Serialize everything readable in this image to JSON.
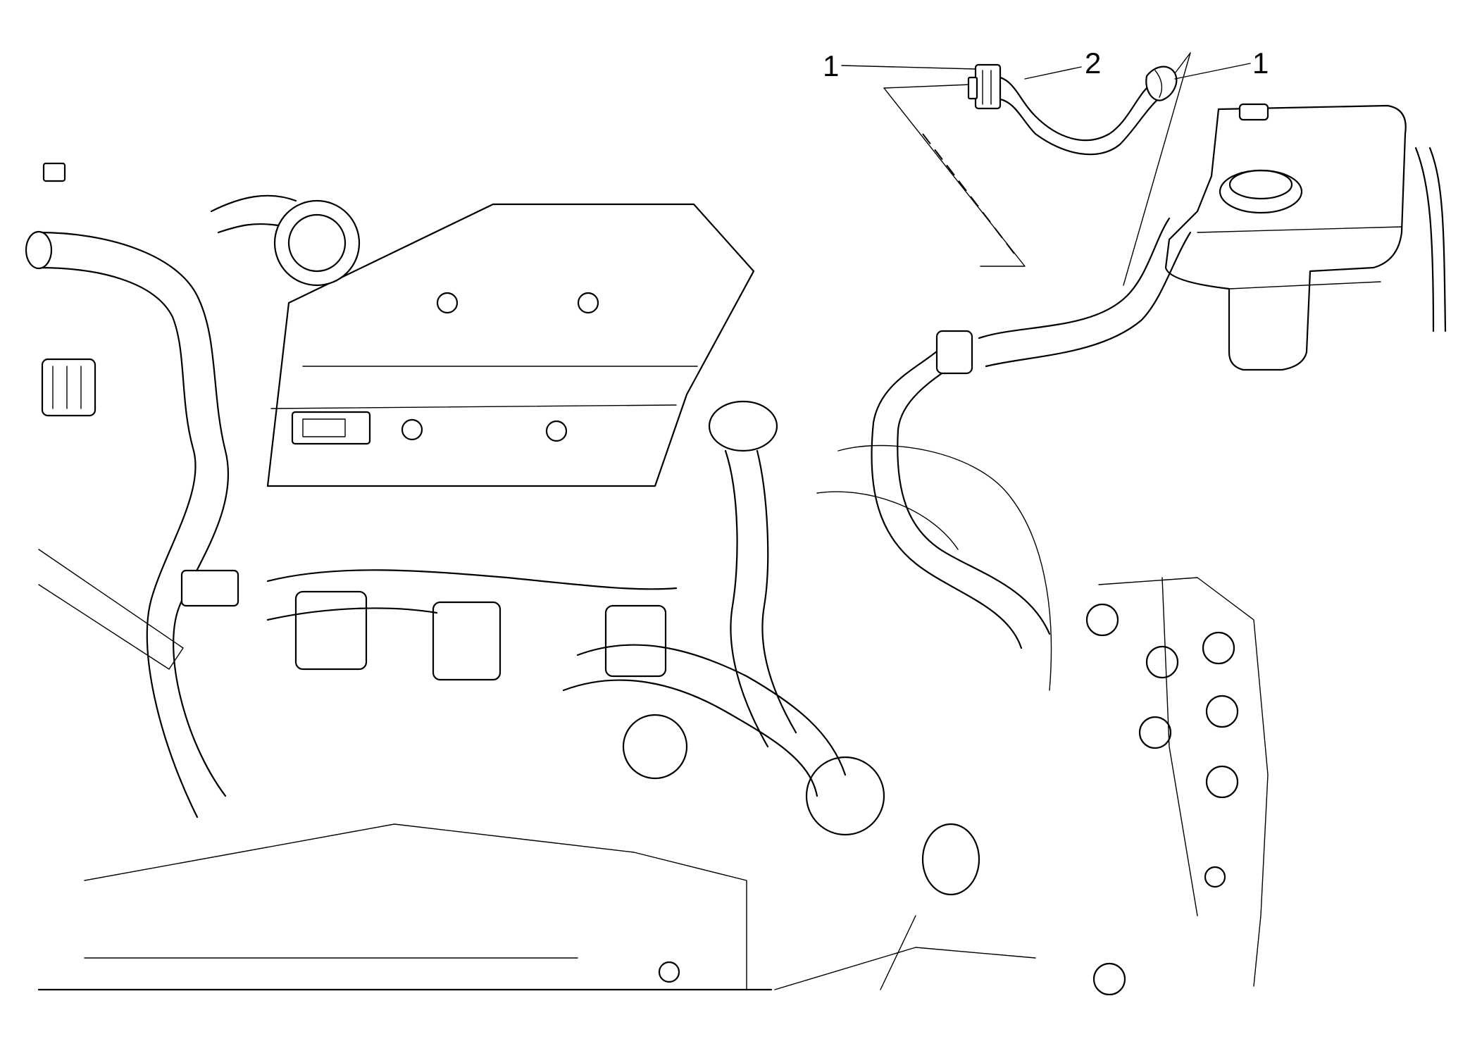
{
  "diagram": {
    "callouts": [
      {
        "id": "hose-clamp-left",
        "label": "1"
      },
      {
        "id": "hose",
        "label": "2"
      },
      {
        "id": "hose-clamp-right",
        "label": "1"
      }
    ]
  }
}
